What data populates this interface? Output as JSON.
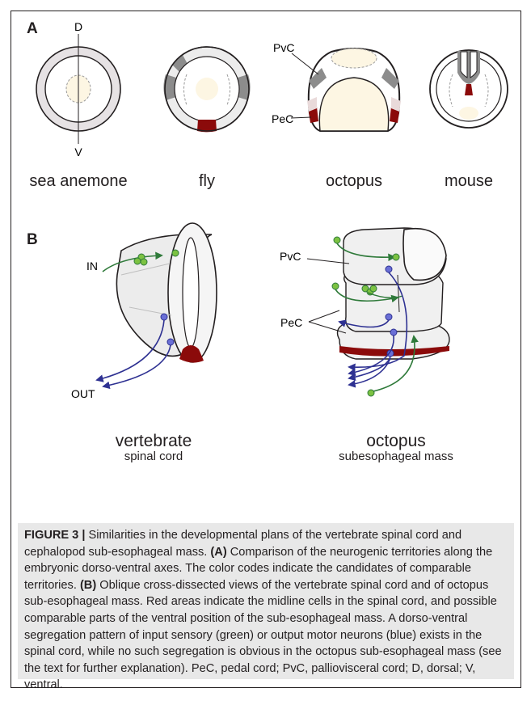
{
  "panel_a": {
    "letter": "A",
    "d_label": "D",
    "v_label": "V",
    "pvc_label": "PvC",
    "pec_label": "PeC",
    "organisms": [
      "sea anemone",
      "fly",
      "octopus",
      "mouse"
    ]
  },
  "panel_b": {
    "letter": "B",
    "in_label": "IN",
    "out_label": "OUT",
    "pvc_label": "PvC",
    "pec_label": "PeC",
    "vertebrate_title": "vertebrate",
    "vertebrate_subtitle": "spinal cord",
    "octopus_title": "octopus",
    "octopus_subtitle": "subesophageal mass"
  },
  "colors": {
    "input_green": "#7cc242",
    "output_blue": "#2e3192",
    "midline_red": "#8b0a0a",
    "gray_territory": "#8c8c8c",
    "light_territory": "#e9e9e9",
    "cream": "#fdf6e3"
  },
  "caption": {
    "figure_label": "FIGURE 3 |",
    "title": " Similarities in the developmental plans of the vertebrate spinal cord and cephalopod sub-esophageal mass. ",
    "a_ref": "(A)",
    "a_text": " Comparison of the neurogenic territories along the embryonic dorso-ventral axes. The color codes indicate the candidates of comparable territories. ",
    "b_ref": "(B)",
    "b_text": " Oblique cross-dissected views of the vertebrate spinal cord and of octopus sub-esophageal mass. Red areas indicate the midline cells in the spinal cord, and possible comparable parts of the ventral position of the sub-esophageal mass. A dorso-ventral segregation pattern of input sensory (green) or output motor neurons (blue) exists in the spinal cord, while no such segregation is obvious in the octopus sub-esophageal mass (see the text for further explanation). PeC, pedal cord; PvC, palliovisceral cord; D, dorsal; V, ventral."
  }
}
